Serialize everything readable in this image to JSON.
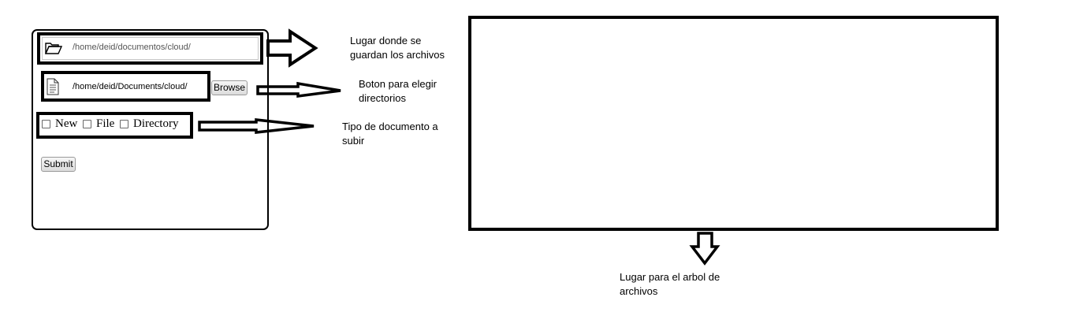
{
  "form": {
    "destination_path": "/home/deid/documentos/cloud/",
    "file_path": "/home/deid/Documents/cloud/",
    "browse_label": "Browse",
    "checkboxes": [
      {
        "label": "New",
        "checked": false
      },
      {
        "label": "File",
        "checked": false
      },
      {
        "label": "Directory",
        "checked": false
      }
    ],
    "submit_label": "Submit"
  },
  "annotations": {
    "destination_note_line1": "Lugar donde se",
    "destination_note_line2": "guardan los archivos",
    "browse_note_line1": "Boton para elegir",
    "browse_note_line2": "directorios",
    "type_note_line1": "Tipo de documento a",
    "type_note_line2": "subir",
    "tree_note_line1": "Lugar para el arbol de",
    "tree_note_line2": "archivos"
  },
  "icons": {
    "destination": "folder-open-icon",
    "file": "document-icon"
  }
}
